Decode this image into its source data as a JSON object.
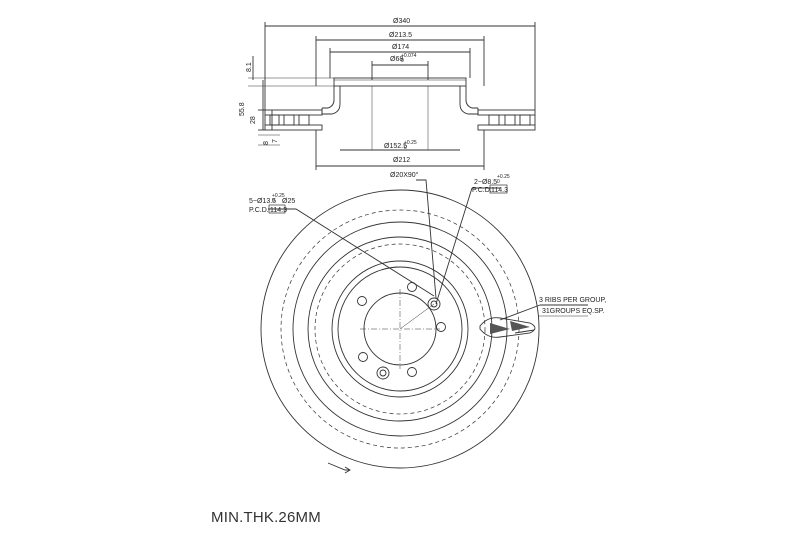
{
  "section_view": {
    "dim_outer": "Ø340",
    "dim_hat_outer": "Ø213.5",
    "dim_hat_inner": "Ø174",
    "dim_center_bore": "Ø68",
    "dim_center_bore_tol_upper": "+0.074",
    "dim_center_bore_tol_lower": "0",
    "dim_pilot": "Ø152.5",
    "dim_pilot_tol_upper": "+0.25",
    "dim_pilot_tol_lower": "0",
    "dim_mount_face": "Ø212",
    "dim_hat_thickness": "8.1",
    "dim_overall_height": "55.8",
    "dim_disc_thickness": "28",
    "dim_friction_ring": "8",
    "dim_vent_gap": "7"
  },
  "front_view": {
    "chamfer_label": "Ø20X90°",
    "bolt_holes_label": "5−Ø13.5",
    "bolt_holes_tol_upper": "+0.25",
    "bolt_holes_tol_lower": "0",
    "bolt_holes_position": "Ø25",
    "bolt_pcd_label": "P.C.D.",
    "bolt_pcd_value": "114.3",
    "locator_holes_label": "2−Ø8.5",
    "locator_holes_tol_upper": "+0.25",
    "locator_holes_tol_lower": "0",
    "locator_pcd_label": "P.C.D.",
    "locator_pcd_value": "114.3",
    "ribs_line1": "3 RIBS PER GROUP,",
    "ribs_line2": "31GROUPS EQ.SP."
  },
  "footer": {
    "min_thickness": "MIN.THK.26MM"
  }
}
